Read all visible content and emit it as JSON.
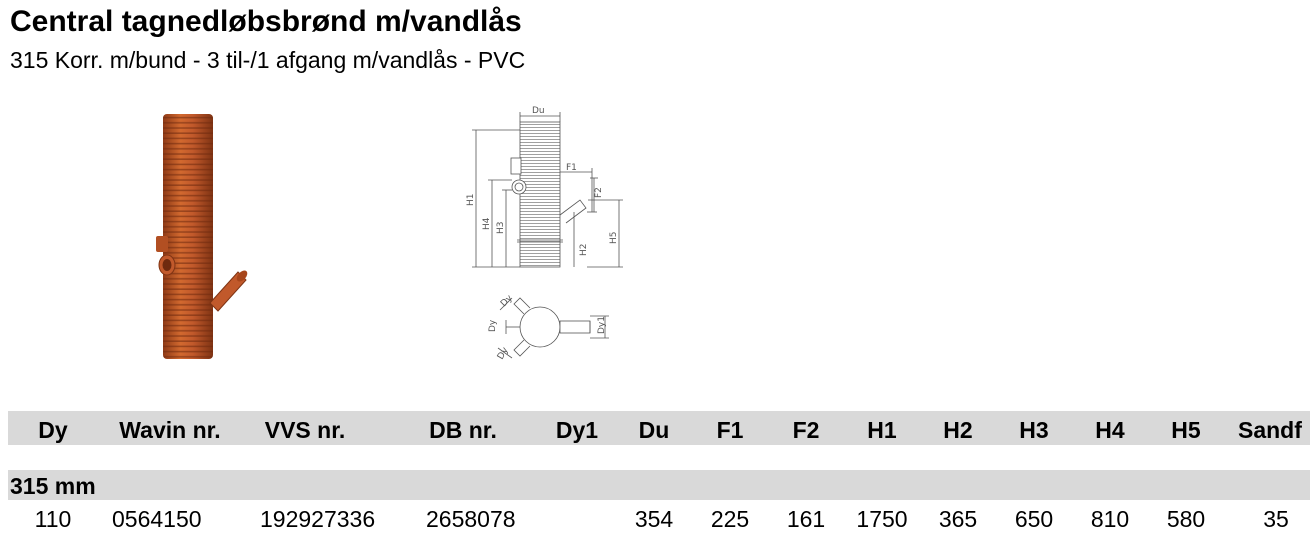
{
  "title": "Central tagnedløbsbrønd m/vandlås",
  "subtitle": "315 Korr. m/bund - 3 til-/1 afgang m/vandlås - PVC",
  "drawing_labels": {
    "du": "Du",
    "f1": "F1",
    "f2": "F2",
    "h1": "H1",
    "h2": "H2",
    "h3": "H3",
    "h4": "H4",
    "h5": "H5",
    "dy": "Dy",
    "dy1": "Dy1"
  },
  "colors": {
    "pipe": "#c1592b",
    "pipe_dark": "#8e3a16",
    "band": "#d9d9d9"
  },
  "table": {
    "headers": [
      "Dy",
      "Wavin nr.",
      "VVS nr.",
      "DB nr.",
      "Dy1",
      "Du",
      "F1",
      "F2",
      "H1",
      "H2",
      "H3",
      "H4",
      "H5",
      "Sandf"
    ],
    "group": "315 mm",
    "row": {
      "dy": "110",
      "wavin": "0564150",
      "vvs": "192927336",
      "db": "2658078",
      "dy1": "",
      "du": "354",
      "f1": "225",
      "f2": "161",
      "h1": "1750",
      "h2": "365",
      "h3": "650",
      "h4": "810",
      "h5": "580",
      "sandf": "35"
    }
  }
}
